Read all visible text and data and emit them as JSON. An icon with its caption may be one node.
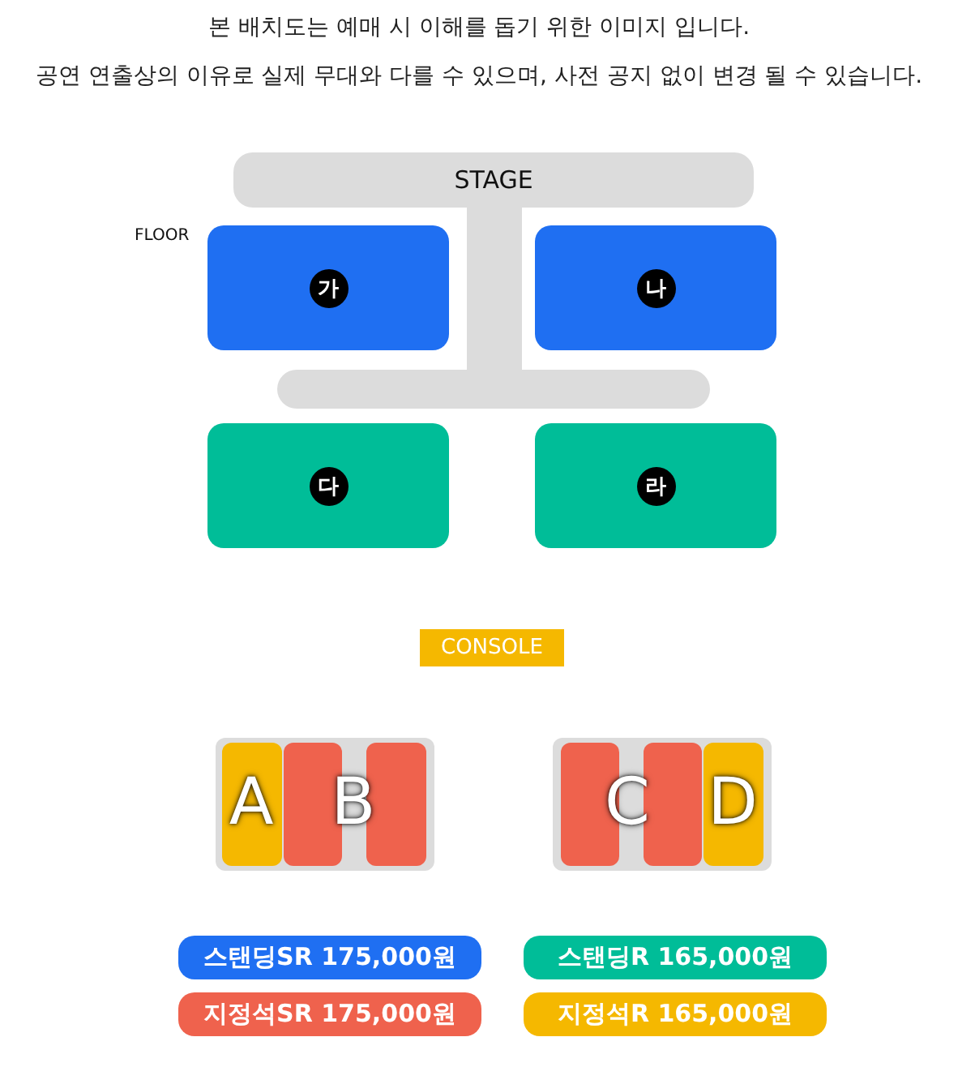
{
  "diagram": {
    "nodes": [
      {
        "text": [
          "STAGE"
        ]
      },
      {
        "text": [
          "가"
        ]
      },
      {
        "text": [
          "나"
        ]
      },
      {
        "text": [
          "다"
        ]
      },
      {
        "text": [
          "라"
        ]
      },
      {
        "text": [
          "CONSOLE"
        ]
      },
      {
        "text": [
          "A",
          "B"
        ]
      },
      {
        "text": [
          "C",
          "D"
        ]
      }
    ],
    "labels": [
      "본 배치도는 예매 시 이해를 돕기 위한 이미지 입니다.",
      "공연 연출상의 이유로 실제 무대와 다를 수 있으며, 사전 공지 없이 변경 될 수 있습니다.",
      "FLOOR"
    ],
    "legend": [
      {
        "text": "스탠딩SR 175,000원",
        "color": "#1f6ff2"
      },
      {
        "text": "지정석SR 175,000원",
        "color": "#ef624d"
      },
      {
        "text": "스탠딩R 165,000원",
        "color": "#00bd98"
      },
      {
        "text": "지정석R 165,000원",
        "color": "#f5b800"
      }
    ]
  }
}
